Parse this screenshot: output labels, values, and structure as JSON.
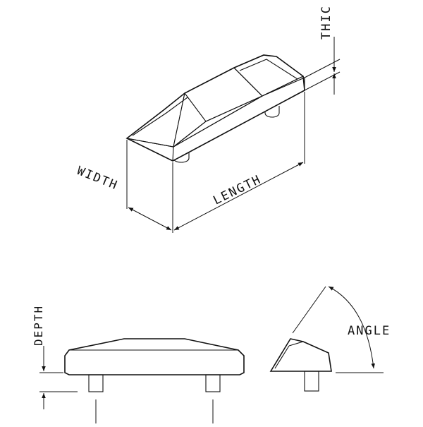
{
  "labels": {
    "thickness": "THIC",
    "width": "WIDTH",
    "length": "LENGTH",
    "depth": "DEPTH",
    "angle": "ANGLE"
  },
  "colors": {
    "line": "#111111",
    "background": "#ffffff"
  }
}
